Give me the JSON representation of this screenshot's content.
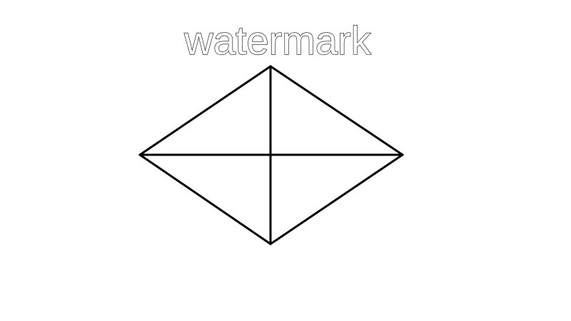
{
  "watermark": {
    "text": "watermark"
  },
  "figure": {
    "shape": "rhombus",
    "diagonals": 2,
    "stroke_color": "#000000",
    "background_color": "#ffffff"
  }
}
